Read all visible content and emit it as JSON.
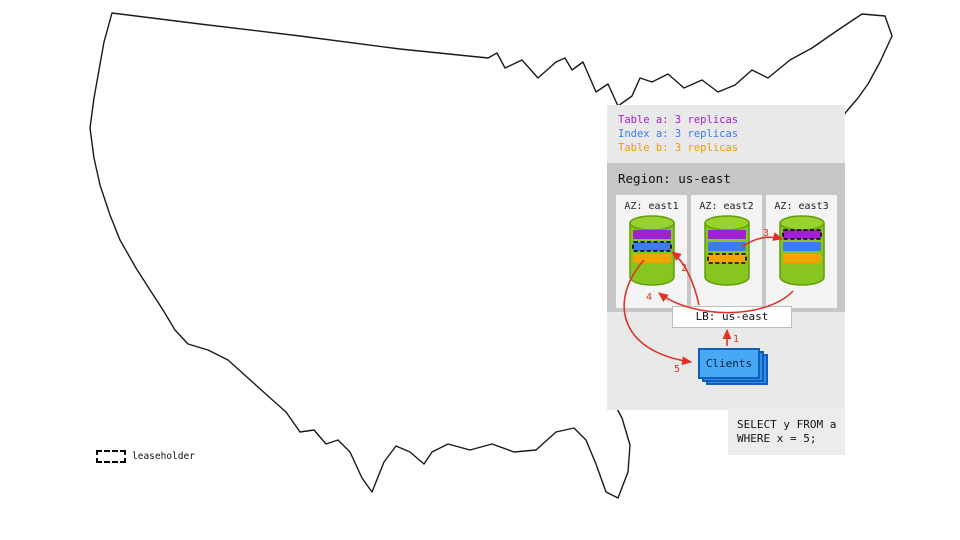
{
  "legend": {
    "items": [
      {
        "label": "Table a: 3 replicas",
        "color": "#a21fd6",
        "key": "table-a"
      },
      {
        "label": "Index a: 3 replicas",
        "color": "#3d7bf5",
        "key": "index-a"
      },
      {
        "label": "Table b: 3 replicas",
        "color": "#f59b00",
        "key": "table-b"
      }
    ]
  },
  "region": {
    "title": "Region: us-east",
    "azs": [
      {
        "label": "AZ: east1",
        "leaseholder": "index-a"
      },
      {
        "label": "AZ: east2",
        "leaseholder": "table-b"
      },
      {
        "label": "AZ: east3",
        "leaseholder": "table-a"
      }
    ],
    "lb_label": "LB: us-east"
  },
  "clients": {
    "label": "Clients"
  },
  "flow": {
    "steps": [
      "1",
      "2",
      "3",
      "4",
      "5"
    ]
  },
  "sql": {
    "lines": [
      "SELECT y FROM a",
      "WHERE x = 5;"
    ]
  },
  "leaseholder_legend": {
    "label": "leaseholder"
  },
  "colors": {
    "table_a": "#a21fd6",
    "index_a": "#3d7bf5",
    "table_b": "#f5a300",
    "cylinder_green": "#86c61e",
    "arrow_red": "#e23127",
    "clients_blue": "#49a8f5",
    "panel_gray": "#e9e9e9",
    "region_gray": "#c6c6c6"
  }
}
